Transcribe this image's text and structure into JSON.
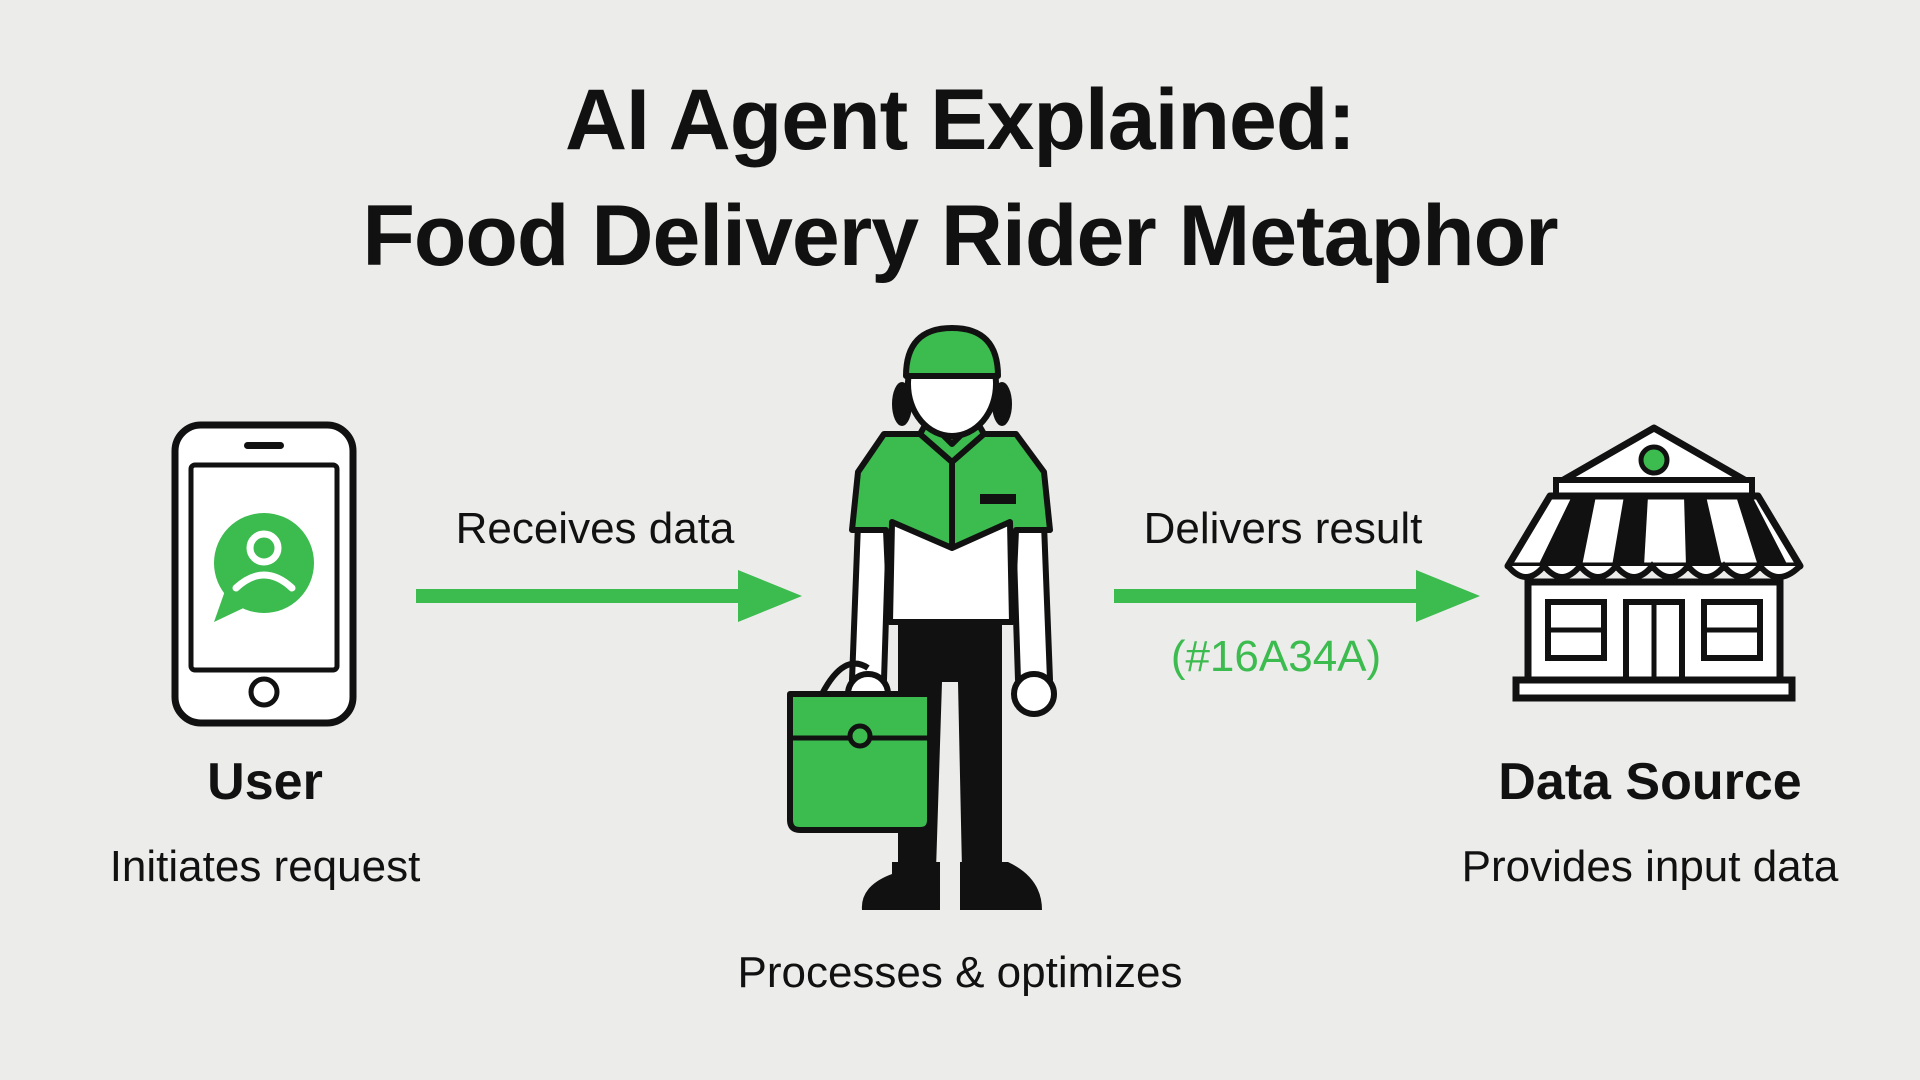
{
  "title": {
    "line1": "AI Agent Explained:",
    "line2": "Food Delivery Rider Metaphor"
  },
  "user": {
    "name": "User",
    "description": "Initiates request",
    "icon": "smartphone-icon"
  },
  "rider": {
    "description": "Processes & optimizes",
    "icon": "delivery-rider-icon"
  },
  "source": {
    "name": "Data Source",
    "description": "Provides input data",
    "icon": "storefront-icon"
  },
  "arrows": {
    "left_label": "Receives data",
    "right_label": "Delivers result",
    "right_note": "(#16A34A)"
  },
  "colors": {
    "accent": "#3cbb4f",
    "text": "#111111",
    "background": "#ececea"
  }
}
